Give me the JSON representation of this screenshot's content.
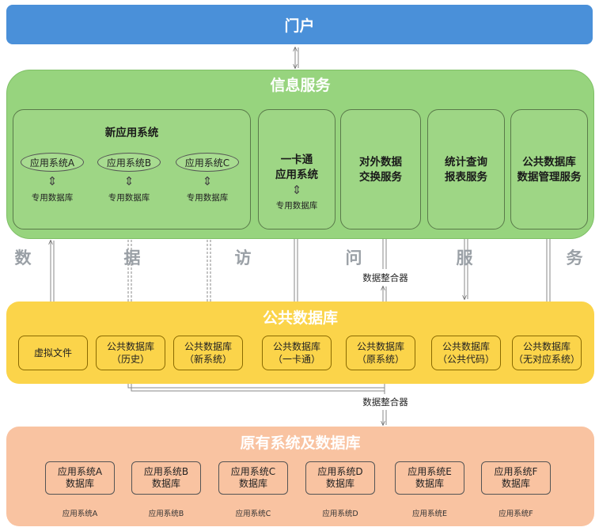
{
  "portal": {
    "title": "门户"
  },
  "info_service": {
    "title": "信息服务",
    "new_app": {
      "title": "新应用系统",
      "apps": [
        {
          "name": "应用系统A",
          "db": "专用数据库"
        },
        {
          "name": "应用系统B",
          "db": "专用数据库"
        },
        {
          "name": "应用系统C",
          "db": "专用数据库"
        }
      ]
    },
    "card": {
      "line1": "一卡通",
      "line2": "应用系统",
      "db": "专用数据库"
    },
    "services": [
      {
        "line1": "对外数据",
        "line2": "交换服务"
      },
      {
        "line1": "统计查询",
        "line2": "报表服务"
      },
      {
        "line1": "公共数据库",
        "line2": "数据管理服务"
      }
    ]
  },
  "data_access": {
    "chars": [
      "数",
      "据",
      "访",
      "问",
      "服",
      "务"
    ]
  },
  "merger_top": "数据整合器",
  "merger_bottom": "数据整合器",
  "public_db": {
    "title": "公共数据库",
    "items": [
      {
        "line1": "虚拟文件",
        "line2": ""
      },
      {
        "line1": "公共数据库",
        "line2": "（历史）"
      },
      {
        "line1": "公共数据库",
        "line2": "（新系统）"
      },
      {
        "line1": "公共数据库",
        "line2": "（一卡通）"
      },
      {
        "line1": "公共数据库",
        "line2": "（原系统）"
      },
      {
        "line1": "公共数据库",
        "line2": "（公共代码）"
      },
      {
        "line1": "公共数据库",
        "line2": "（无对应系统）"
      }
    ]
  },
  "original": {
    "title": "原有系统及数据库",
    "items": [
      {
        "line1": "应用系统A",
        "line2": "数据库",
        "label": "应用系统A"
      },
      {
        "line1": "应用系统B",
        "line2": "数据库",
        "label": "应用系统B"
      },
      {
        "line1": "应用系统C",
        "line2": "数据库",
        "label": "应用系统C"
      },
      {
        "line1": "应用系统D",
        "line2": "数据库",
        "label": "应用系统D"
      },
      {
        "line1": "应用系统E",
        "line2": "数据库",
        "label": "应用系统E"
      },
      {
        "line1": "应用系统F",
        "line2": "数据库",
        "label": "应用系统F"
      }
    ]
  }
}
